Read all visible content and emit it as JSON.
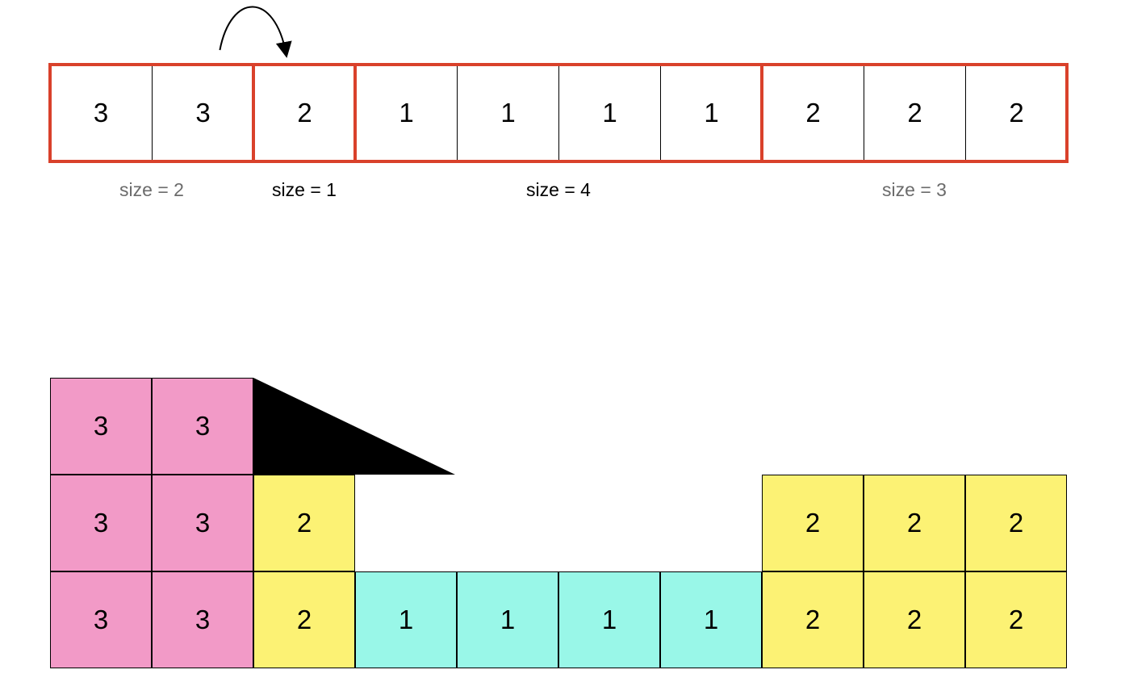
{
  "top_row": {
    "values": [
      "3",
      "3",
      "2",
      "1",
      "1",
      "1",
      "1",
      "2",
      "2",
      "2"
    ],
    "groups": [
      {
        "start": 0,
        "count": 2,
        "label": "size = 2",
        "label_color": "#6b6b6b"
      },
      {
        "start": 2,
        "count": 1,
        "label": "size = 1",
        "label_color": "#000000"
      },
      {
        "start": 3,
        "count": 4,
        "label": "size = 4",
        "label_color": "#000000"
      },
      {
        "start": 7,
        "count": 3,
        "label": "size = 3",
        "label_color": "#6b6b6b"
      }
    ],
    "border_color": "#d9412b"
  },
  "stacks": [
    {
      "col": 0,
      "values": [
        "3",
        "3",
        "3"
      ],
      "color": "#f29ac7"
    },
    {
      "col": 1,
      "values": [
        "3",
        "3",
        "3"
      ],
      "color": "#f29ac7"
    },
    {
      "col": 2,
      "values": [
        "2",
        "2"
      ],
      "color": "#fcf274"
    },
    {
      "col": 3,
      "values": [
        "1"
      ],
      "color": "#99f7e8"
    },
    {
      "col": 4,
      "values": [
        "1"
      ],
      "color": "#99f7e8"
    },
    {
      "col": 5,
      "values": [
        "1"
      ],
      "color": "#99f7e8"
    },
    {
      "col": 6,
      "values": [
        "1"
      ],
      "color": "#99f7e8"
    },
    {
      "col": 7,
      "values": [
        "2",
        "2"
      ],
      "color": "#fcf274"
    },
    {
      "col": 8,
      "values": [
        "2",
        "2"
      ],
      "color": "#fcf274"
    },
    {
      "col": 9,
      "values": [
        "2",
        "2"
      ],
      "color": "#fcf274"
    }
  ],
  "arrow": {
    "from_index": 1,
    "to_index": 2
  }
}
